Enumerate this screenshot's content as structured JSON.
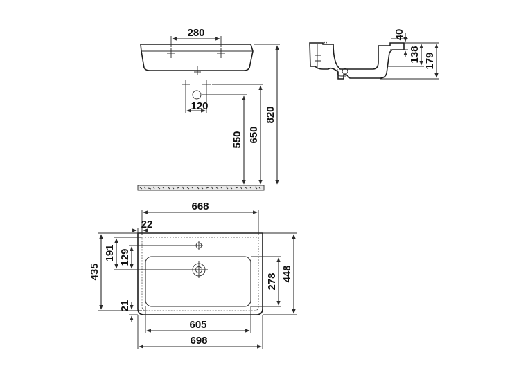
{
  "dimensions": {
    "front_tap_spacing": "280",
    "front_pipe_spacing": "120",
    "height_550": "550",
    "height_650": "650",
    "height_820": "820",
    "side_rim": "40",
    "side_bowl_depth": "138",
    "side_total_depth": "179",
    "top_width": "668",
    "top_offset": "22",
    "top_191": "191",
    "top_129": "129",
    "top_435": "435",
    "top_21": "21",
    "top_278": "278",
    "top_448": "448",
    "top_605": "605",
    "top_698": "698"
  },
  "colors": {
    "line": "#2a2a2a",
    "text": "#111111",
    "background": "#ffffff"
  }
}
